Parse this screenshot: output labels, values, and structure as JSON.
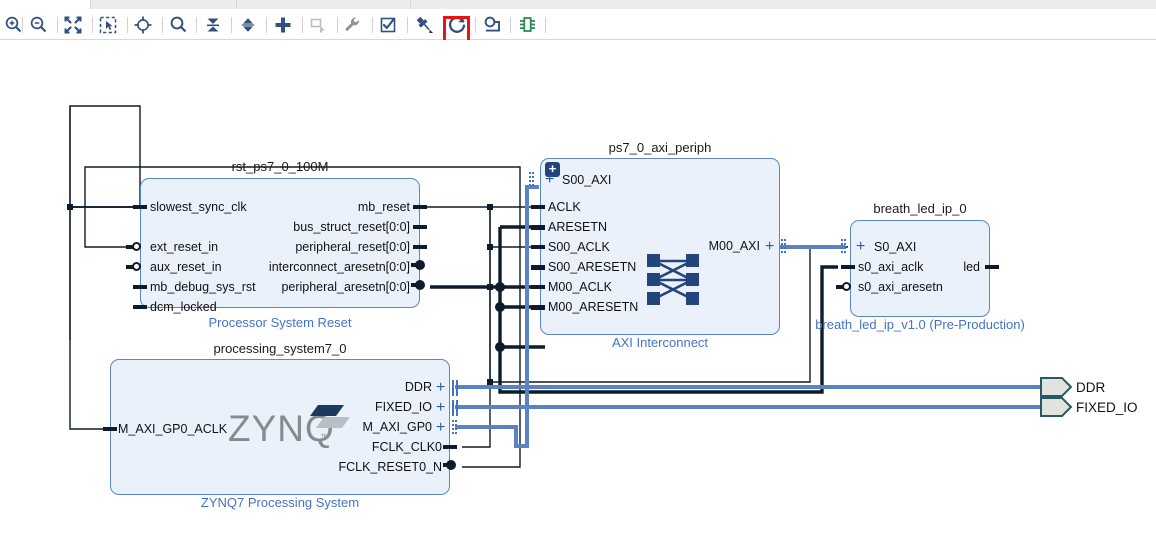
{
  "window": {
    "tabstrip_visible": true
  },
  "toolbar": {
    "buttons": [
      {
        "name": "zoom-in-icon",
        "label": "Zoom In"
      },
      {
        "name": "zoom-out-icon",
        "label": "Zoom Out"
      },
      {
        "name": "zoom-fit-icon",
        "label": "Zoom Fit"
      },
      {
        "name": "zoom-area-icon",
        "label": "Zoom Area"
      },
      {
        "name": "fit-selection-icon",
        "label": "Fit Selection"
      },
      {
        "name": "search-icon",
        "label": "Search"
      },
      {
        "name": "collapse-icon",
        "label": "Collapse All"
      },
      {
        "name": "expand-icon",
        "label": "Expand All"
      },
      {
        "name": "add-ip-icon",
        "label": "Add IP"
      },
      {
        "name": "add-module-icon",
        "label": "Add Module"
      },
      {
        "name": "settings-wrench-icon",
        "label": "Customize Block"
      },
      {
        "name": "validate-icon",
        "label": "Validate Design"
      },
      {
        "name": "pin-icon",
        "label": "Pin"
      },
      {
        "name": "regenerate-layout-icon",
        "label": "Regenerate Layout"
      },
      {
        "name": "optimize-routing-icon",
        "label": "Optimize Routing"
      },
      {
        "name": "interface-icon",
        "label": "Show Interfaces"
      }
    ],
    "highlight_color": "#ee1111",
    "highlighted_button": "regenerate-layout-icon"
  },
  "colors": {
    "block_fill": "#eaf1fb",
    "block_border": "#5b87c4",
    "block_type_text": "#4573c4",
    "wire_net": "#0d1b2a",
    "wire_bus": "#5b82c4",
    "port_fill": "#e2e3dd",
    "port_border": "#245a66"
  },
  "blocks": [
    {
      "id": "rst",
      "name": "rst_ps7_0_100M",
      "type": "Processor System Reset",
      "inputs": [
        "slowest_sync_clk",
        "ext_reset_in",
        "aux_reset_in",
        "mb_debug_sys_rst",
        "dcm_locked"
      ],
      "outputs": [
        "mb_reset",
        "bus_struct_reset[0:0]",
        "peripheral_reset[0:0]",
        "interconnect_aresetn[0:0]",
        "peripheral_aresetn[0:0]"
      ]
    },
    {
      "id": "axi",
      "name": "ps7_0_axi_periph",
      "type": "AXI Interconnect",
      "bus_inputs": [
        "S00_AXI"
      ],
      "inputs": [
        "ACLK",
        "ARESETN",
        "S00_ACLK",
        "S00_ARESETN",
        "M00_ACLK",
        "M00_ARESETN"
      ],
      "bus_outputs": [
        "M00_AXI"
      ],
      "expandable": true
    },
    {
      "id": "led",
      "name": "breath_led_ip_0",
      "type": "breath_led_ip_v1.0 (Pre-Production)",
      "bus_inputs": [
        "S0_AXI"
      ],
      "inputs": [
        "s0_axi_aclk",
        "s0_axi_aresetn"
      ],
      "outputs": [
        "led"
      ]
    },
    {
      "id": "ps7",
      "name": "processing_system7_0",
      "type": "ZYNQ7 Processing System",
      "inputs": [
        "M_AXI_GP0_ACLK"
      ],
      "bus_outputs": [
        "DDR",
        "FIXED_IO",
        "M_AXI_GP0"
      ],
      "outputs": [
        "FCLK_CLK0",
        "FCLK_RESET0_N"
      ],
      "logo_text": "ZYNQ",
      "logo_tm": "™"
    }
  ],
  "external_ports": [
    {
      "label": "DDR",
      "direction": "out"
    },
    {
      "label": "FIXED_IO",
      "direction": "out"
    }
  ]
}
